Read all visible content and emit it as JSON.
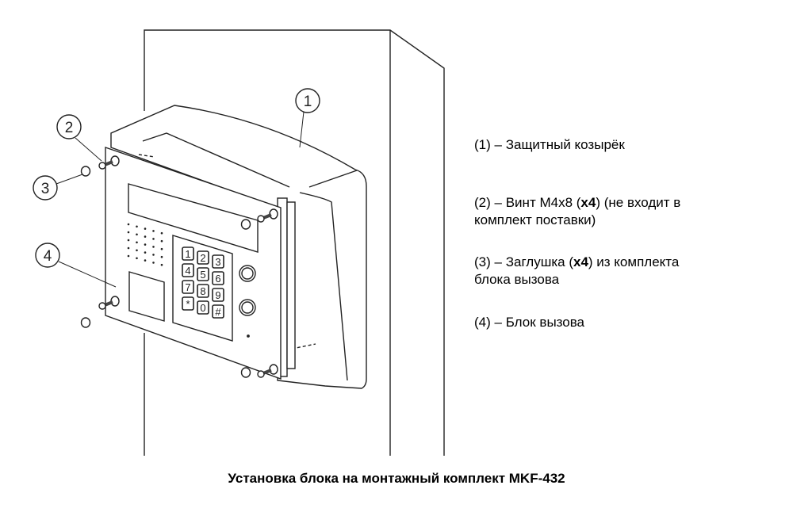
{
  "callouts": [
    "1",
    "2",
    "3",
    "4"
  ],
  "keypad_keys": [
    "1",
    "2",
    "3",
    "4",
    "5",
    "6",
    "7",
    "8",
    "9",
    "*",
    "0",
    "#"
  ],
  "legend": [
    {
      "number": "(1)",
      "dash": "–",
      "text": "Защитный козырёк"
    },
    {
      "number": "(2)",
      "dash": "–",
      "text_before": "Винт М4х8 (",
      "bold": "x4",
      "text_after": ") (не входит в",
      "line2": "комплект поставки)"
    },
    {
      "number": "(3)",
      "dash": "–",
      "text_before": "Заглушка (",
      "bold": "x4",
      "text_after": ") из комплекта",
      "line2": "блока вызова"
    },
    {
      "number": "(4)",
      "dash": "–",
      "text": "Блок вызова"
    }
  ],
  "caption": "Установка блока на монтажный комплект MKF-432"
}
